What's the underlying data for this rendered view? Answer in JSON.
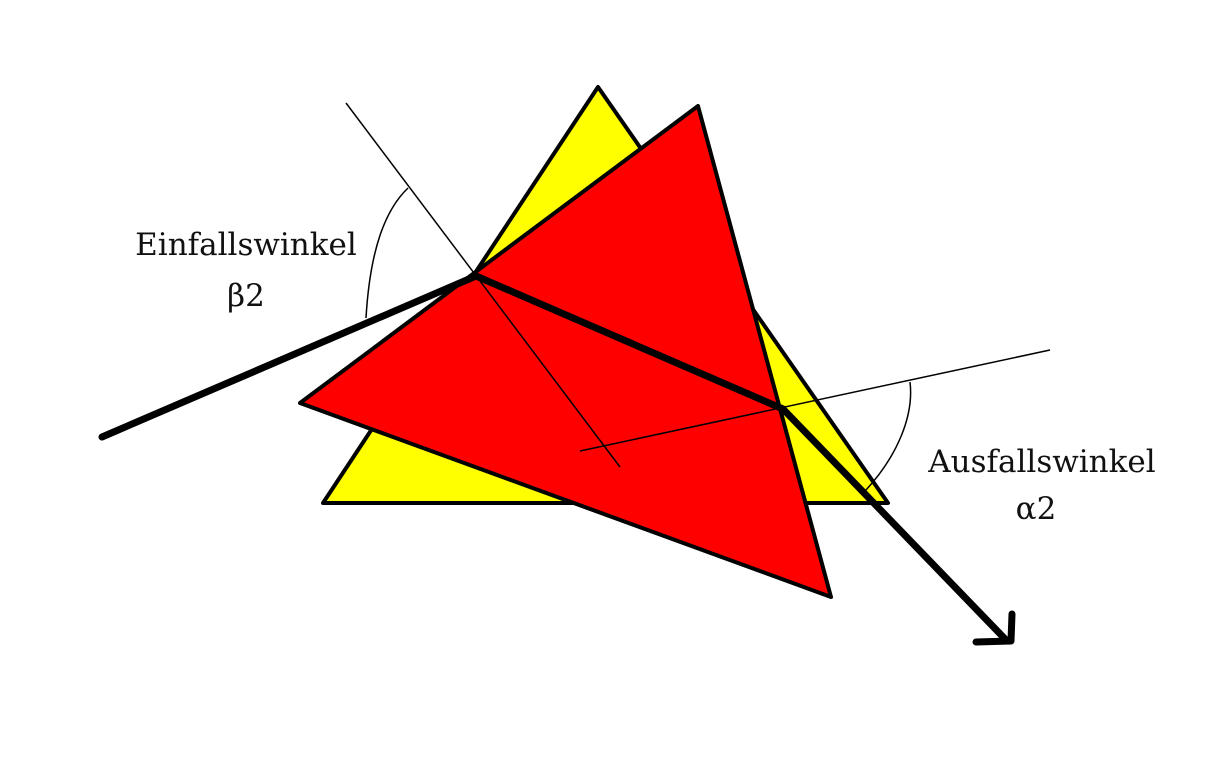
{
  "colors": {
    "background": "#ffffff",
    "back_prism": "#ffff00",
    "front_prism": "#ff0000",
    "lines": "#000000"
  },
  "labels": {
    "incidence_title": "Einfallswinkel",
    "incidence_symbol": "β2",
    "exit_title": "Ausfallswinkel",
    "exit_symbol": "α2"
  }
}
